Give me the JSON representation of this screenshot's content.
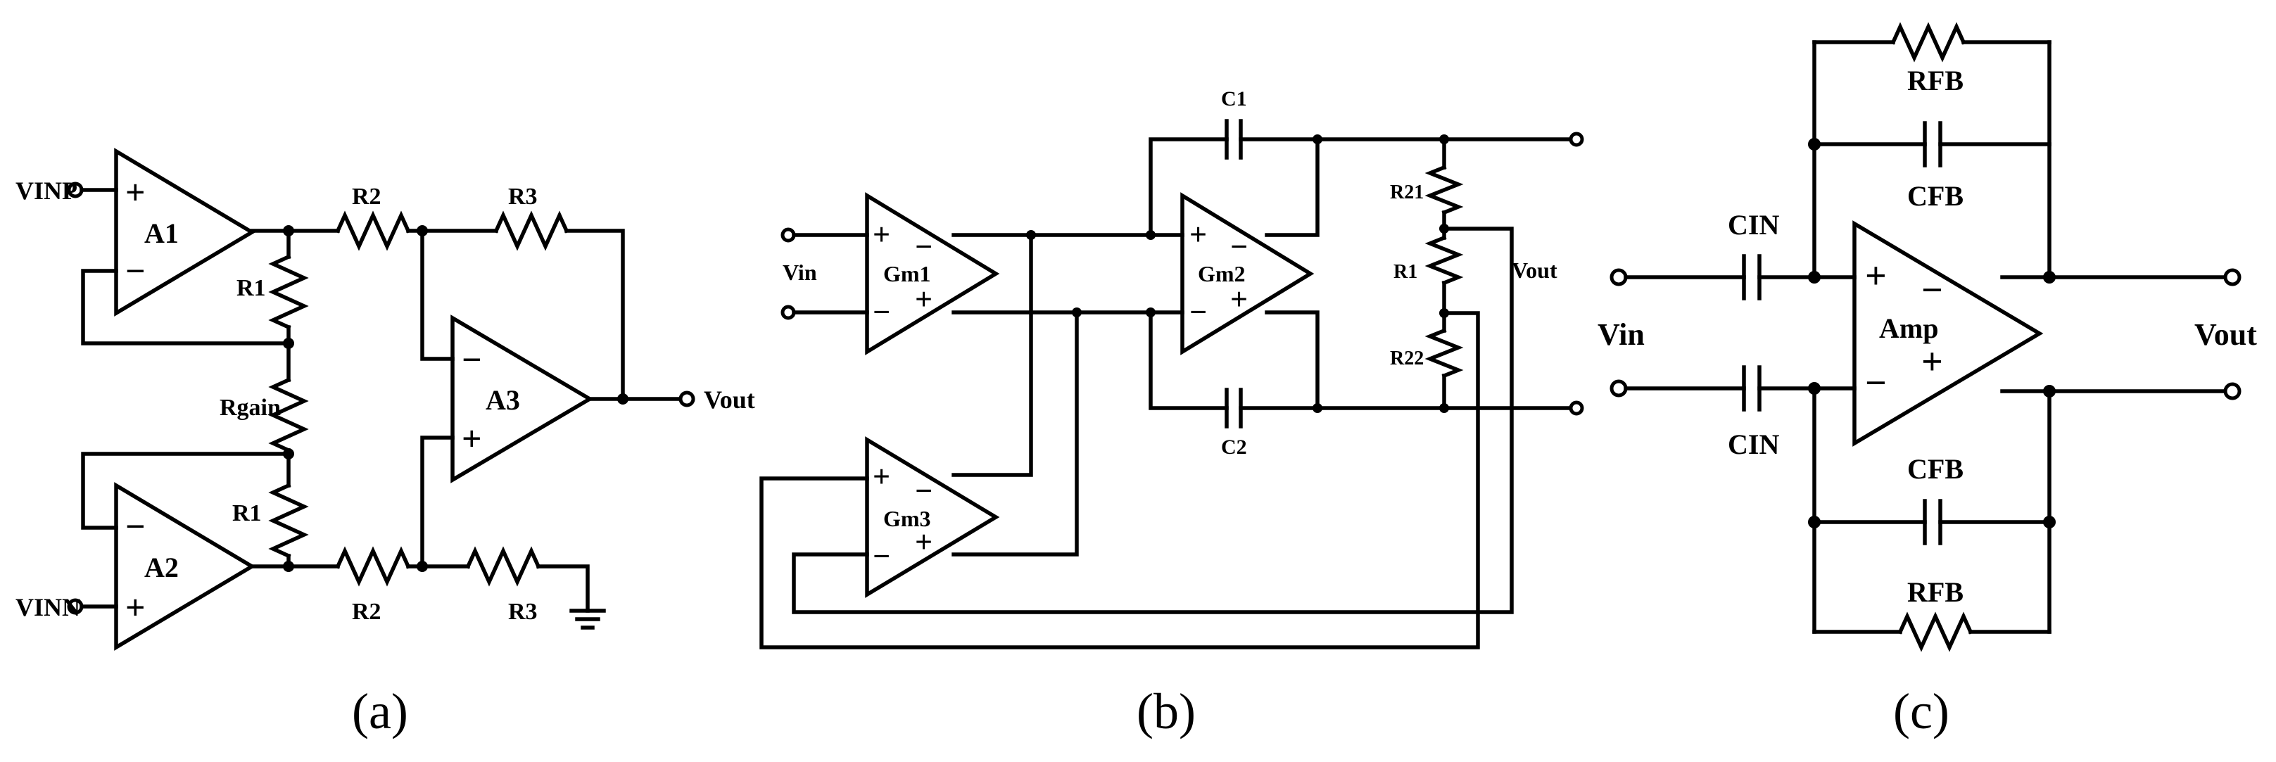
{
  "panels": {
    "a": {
      "caption": "(a)",
      "inputs": {
        "noninverting": "VINP",
        "inverting": "VINN"
      },
      "output": "Vout",
      "amplifiers": [
        "A1",
        "A2",
        "A3"
      ],
      "resistors": {
        "r1_top": "R1",
        "r1_bottom": "R1",
        "gain": "Rgain",
        "r2_top": "R2",
        "r2_bottom": "R2",
        "r3_top": "R3",
        "r3_bottom": "R3"
      },
      "pin_signs": {
        "plus": "+",
        "minus": "−"
      }
    },
    "b": {
      "caption": "(b)",
      "input": "Vin",
      "output": "Vout",
      "transconductors": [
        "Gm1",
        "Gm2",
        "Gm3"
      ],
      "capacitors": [
        "C1",
        "C2"
      ],
      "resistors": [
        "R21",
        "R1",
        "R22"
      ]
    },
    "c": {
      "caption": "(c)",
      "input": "Vin",
      "output": "Vout",
      "amplifier": "Amp",
      "input_caps": [
        "CIN",
        "CIN"
      ],
      "feedback_caps": [
        "CFB",
        "CFB"
      ],
      "feedback_resistors": [
        "RFB",
        "RFB"
      ]
    }
  }
}
